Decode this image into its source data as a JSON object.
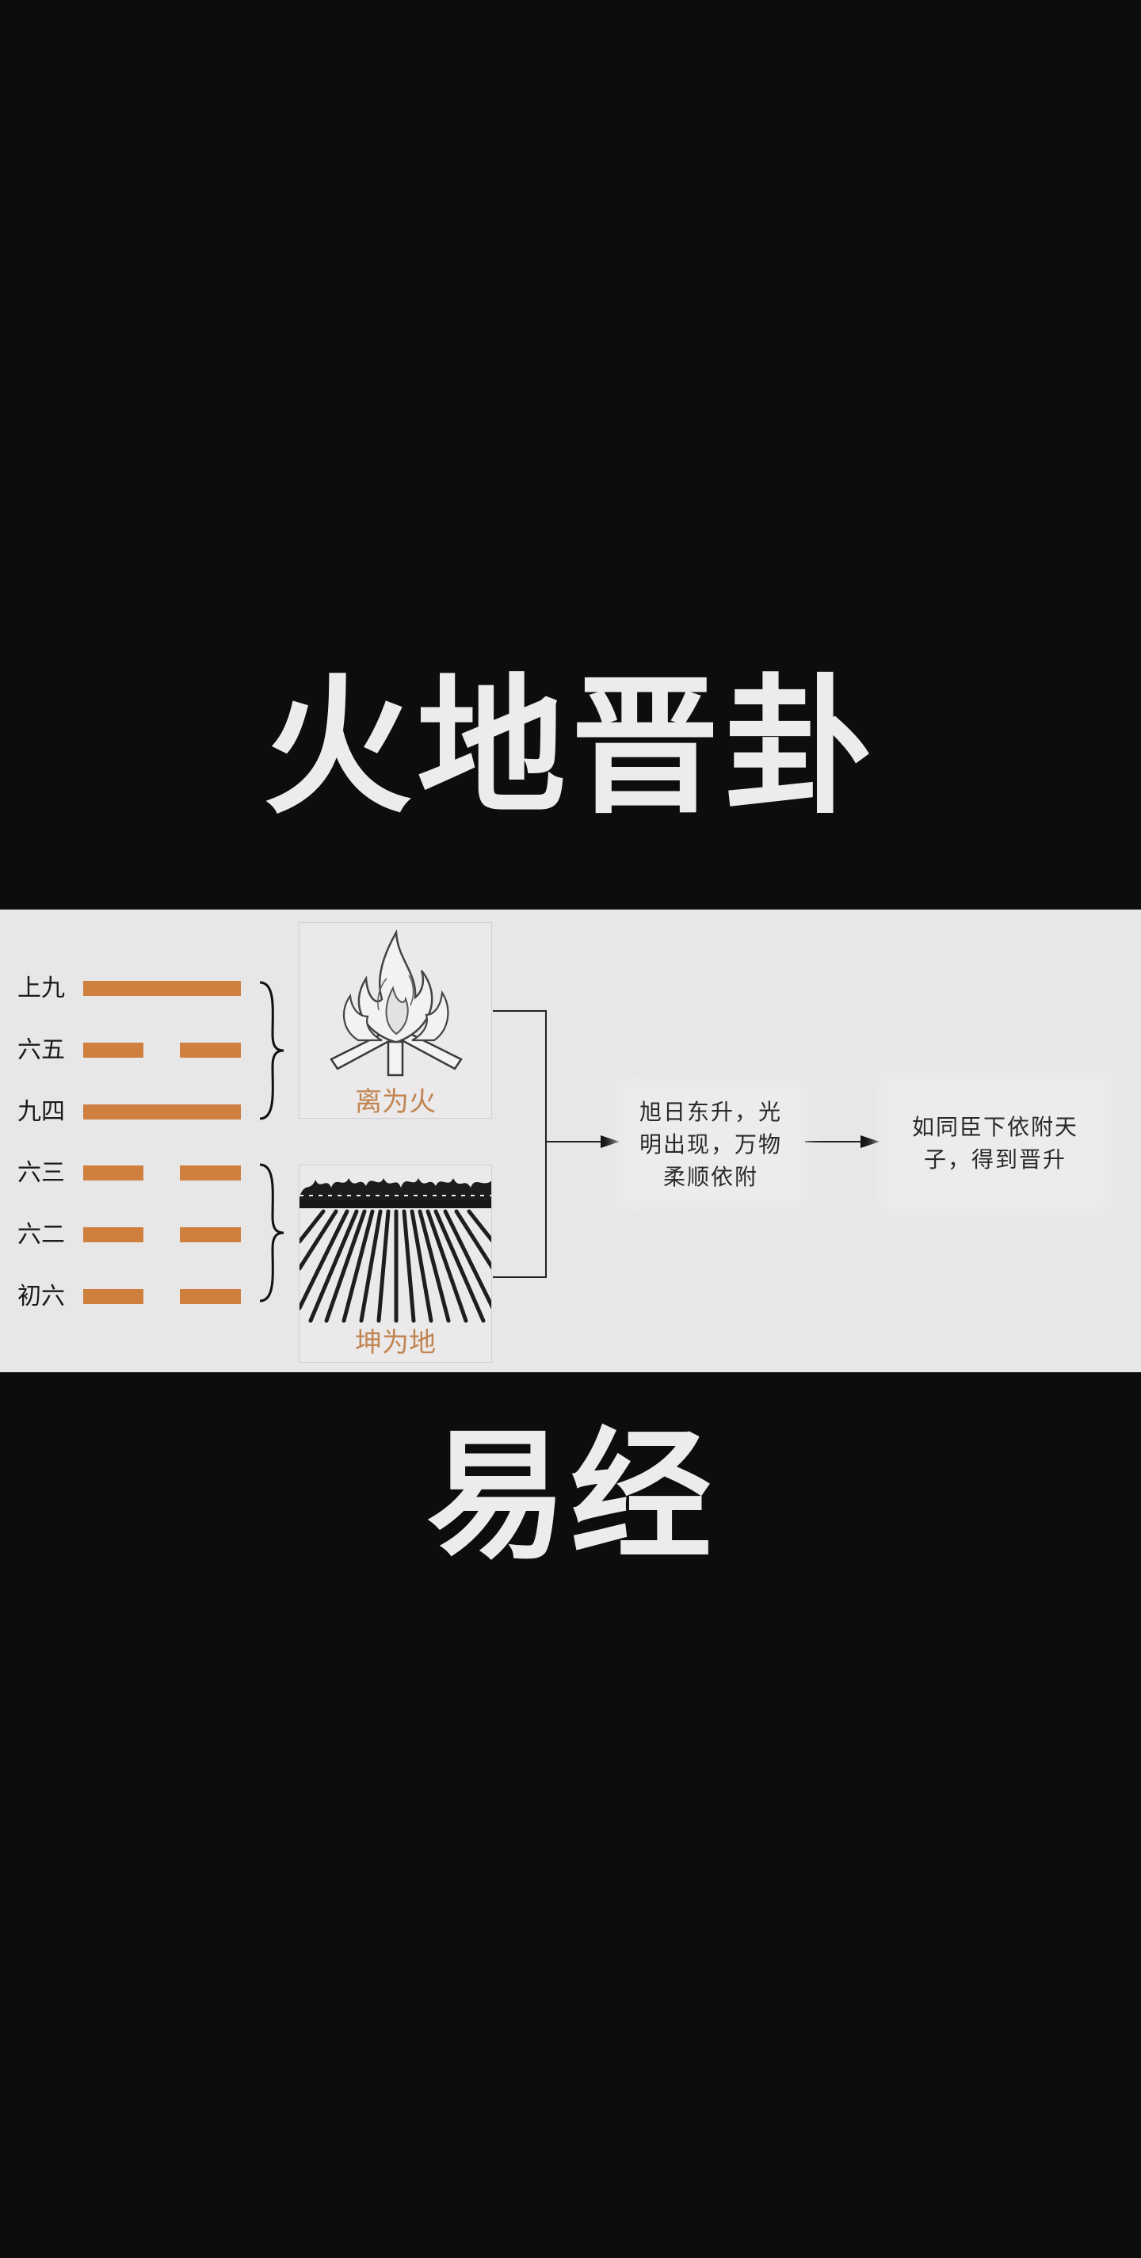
{
  "main_title": "火地晋卦",
  "sub_title": "易经",
  "hexagram": {
    "lines": [
      {
        "label": "上九",
        "type": "solid"
      },
      {
        "label": "六五",
        "type": "broken"
      },
      {
        "label": "九四",
        "type": "solid"
      },
      {
        "label": "六三",
        "type": "broken"
      },
      {
        "label": "六二",
        "type": "broken"
      },
      {
        "label": "初六",
        "type": "broken"
      }
    ],
    "line_color": "#cf7f3e"
  },
  "upper_trigram": {
    "label": "离为火",
    "icon": "fire-icon"
  },
  "lower_trigram": {
    "label": "坤为地",
    "icon": "field-icon"
  },
  "step1_text": "旭日东升，光明出现，万物柔顺依附",
  "step2_text": "如同臣下依附天子，得到晋升",
  "label_color": "#c08552"
}
